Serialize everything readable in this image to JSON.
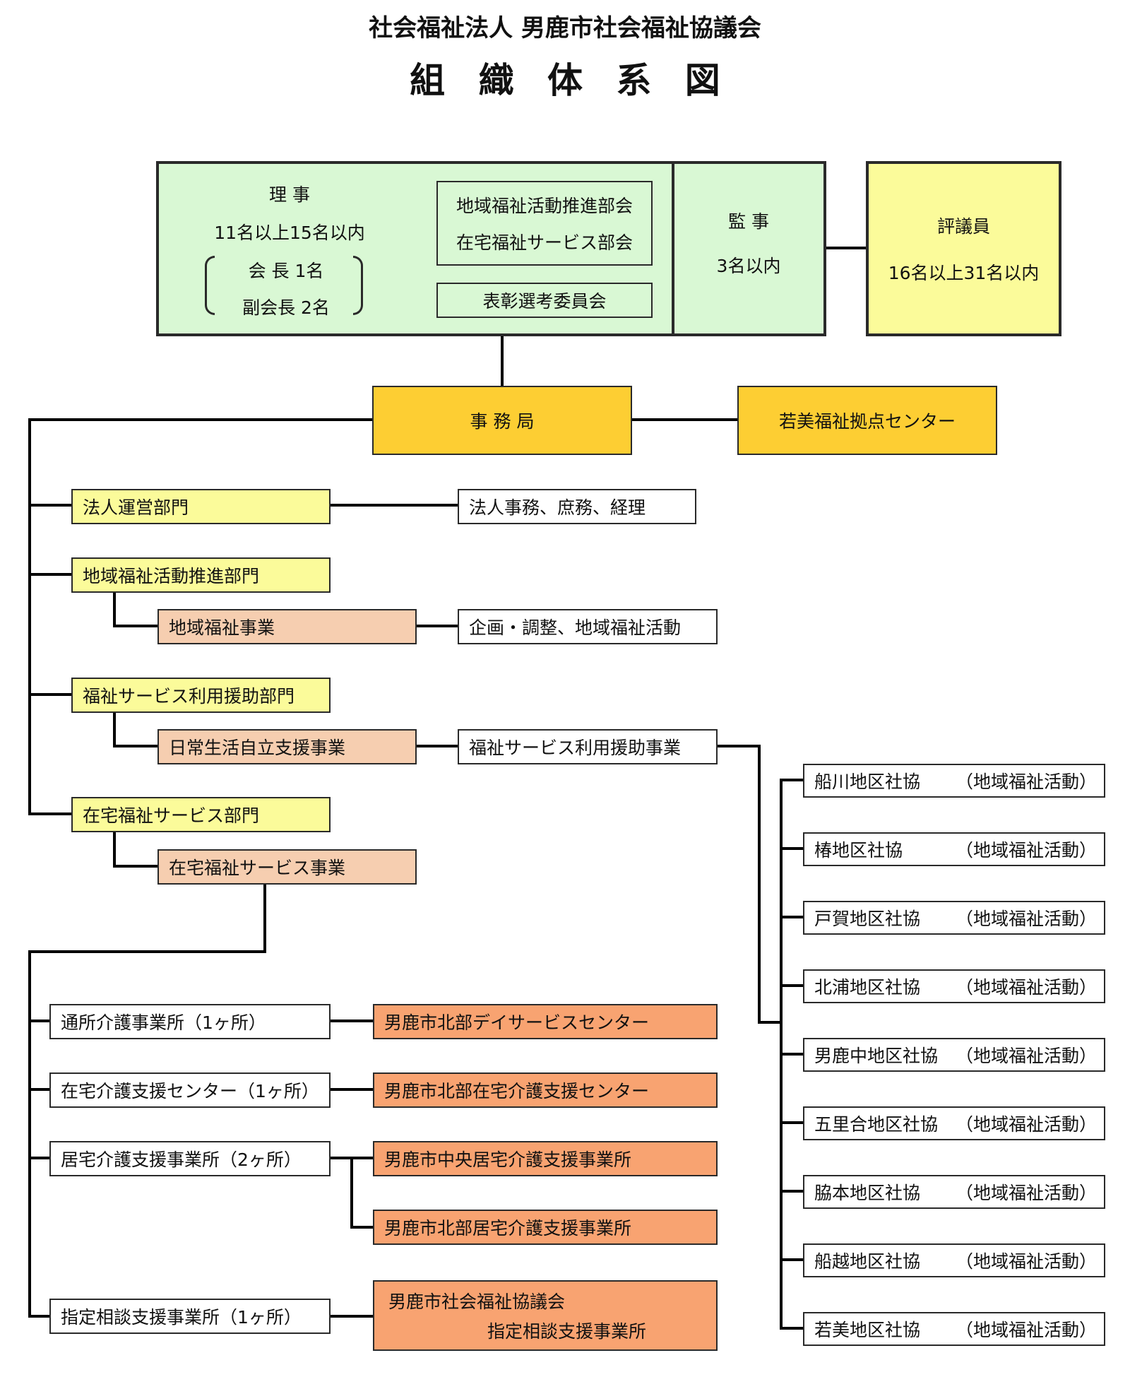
{
  "header": {
    "subtitle": "社会福祉法人 男鹿市社会福祉協議会",
    "title": "組 織 体 系 図"
  },
  "board": {
    "riji_title": "理 事",
    "riji_count": "11名以上15名以内",
    "chairman": "会 長 1名",
    "vice_chairman": "副会長 2名",
    "committee_1": "地域福祉活動推進部会",
    "committee_2": "在宅福祉サービス部会",
    "award_committee": "表彰選考委員会",
    "kanji_title": "監 事",
    "kanji_count": "3名以内"
  },
  "councilors": {
    "title": "評議員",
    "count": "16名以上31名以内"
  },
  "secretariat": "事 務 局",
  "wakami_center": "若美福祉拠点センター",
  "divisions": {
    "corporate": "法人運営部門",
    "corporate_tasks": "法人事務、庶務、経理",
    "community": "地域福祉活動推進部門",
    "community_project": "地域福祉事業",
    "community_tasks": "企画・調整、地域福祉活動",
    "service_support": "福祉サービス利用援助部門",
    "daily_life_project": "日常生活自立支援事業",
    "service_support_project": "福祉サービス利用援助事業",
    "home_welfare": "在宅福祉サービス部門",
    "home_welfare_project": "在宅福祉サービス事業"
  },
  "facilities": [
    {
      "type": "通所介護事業所（1ヶ所）",
      "names": [
        "男鹿市北部デイサービスセンター"
      ]
    },
    {
      "type": "在宅介護支援センター（1ヶ所）",
      "names": [
        "男鹿市北部在宅介護支援センター"
      ]
    },
    {
      "type": "居宅介護支援事業所（2ヶ所）",
      "names": [
        "男鹿市中央居宅介護支援事業所",
        "男鹿市北部居宅介護支援事業所"
      ]
    },
    {
      "type": "指定相談支援事業所（1ヶ所）",
      "names": [
        "男鹿市社会福祉協議会",
        "指定相談支援事業所"
      ]
    }
  ],
  "district_councils": [
    {
      "name": "船川地区社協",
      "activity": "（地域福祉活動）"
    },
    {
      "name": "椿地区社協",
      "activity": "（地域福祉活動）"
    },
    {
      "name": "戸賀地区社協",
      "activity": "（地域福祉活動）"
    },
    {
      "name": "北浦地区社協",
      "activity": "（地域福祉活動）"
    },
    {
      "name": "男鹿中地区社協",
      "activity": "（地域福祉活動）"
    },
    {
      "name": "五里合地区社協",
      "activity": "（地域福祉活動）"
    },
    {
      "name": "脇本地区社協",
      "activity": "（地域福祉活動）"
    },
    {
      "name": "船越地区社協",
      "activity": "（地域福祉活動）"
    },
    {
      "name": "若美地区社協",
      "activity": "（地域福祉活動）"
    }
  ],
  "colors": {
    "board_green": "#d9f8d4",
    "light_yellow": "#fbfb9a",
    "gold": "#fdce33",
    "peach": "#f6ceb0",
    "orange": "#f8a371",
    "line": "#000000"
  }
}
